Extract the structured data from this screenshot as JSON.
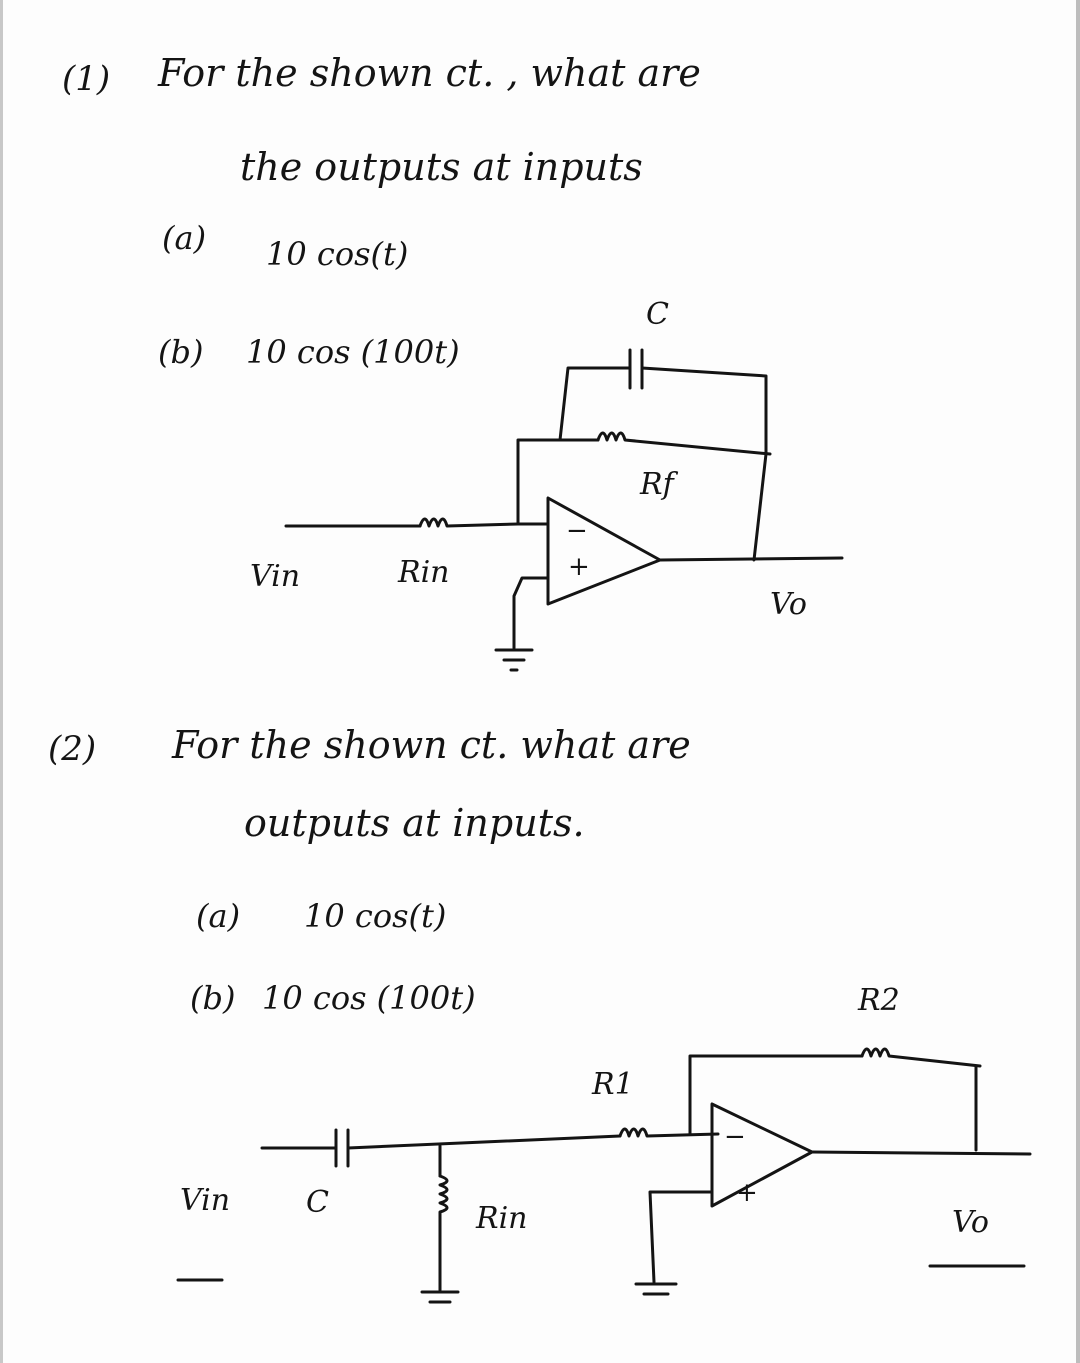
{
  "question1": {
    "number": "(1)",
    "line1": "For the shown ct. , what are",
    "line2": "the outputs at inputs",
    "option_a_label": "(a)",
    "option_a_expr": "10 cos(t)",
    "option_b_label": "(b)",
    "option_b_expr": "10 cos (100t)",
    "circuit": {
      "capacitor": "C",
      "feedback_resistor": "Rf",
      "input_resistor": "Rin",
      "input": "Vin",
      "output": "Vo",
      "minus_sign": "−",
      "plus_sign": "+"
    }
  },
  "question2": {
    "number": "(2)",
    "line1": "For the shown ct. what are",
    "line2": "outputs at inputs.",
    "option_a_label": "(a)",
    "option_a_expr": "10 cos(t)",
    "option_b_label": "(b)",
    "option_b_expr": "10 cos (100t)",
    "circuit": {
      "feedback_resistor": "R2",
      "resistor_1": "R1",
      "capacitor": "C",
      "shunt_resistor": "Rin",
      "input": "Vin",
      "output": "Vo",
      "minus_sign": "−",
      "plus_sign": "+"
    }
  }
}
